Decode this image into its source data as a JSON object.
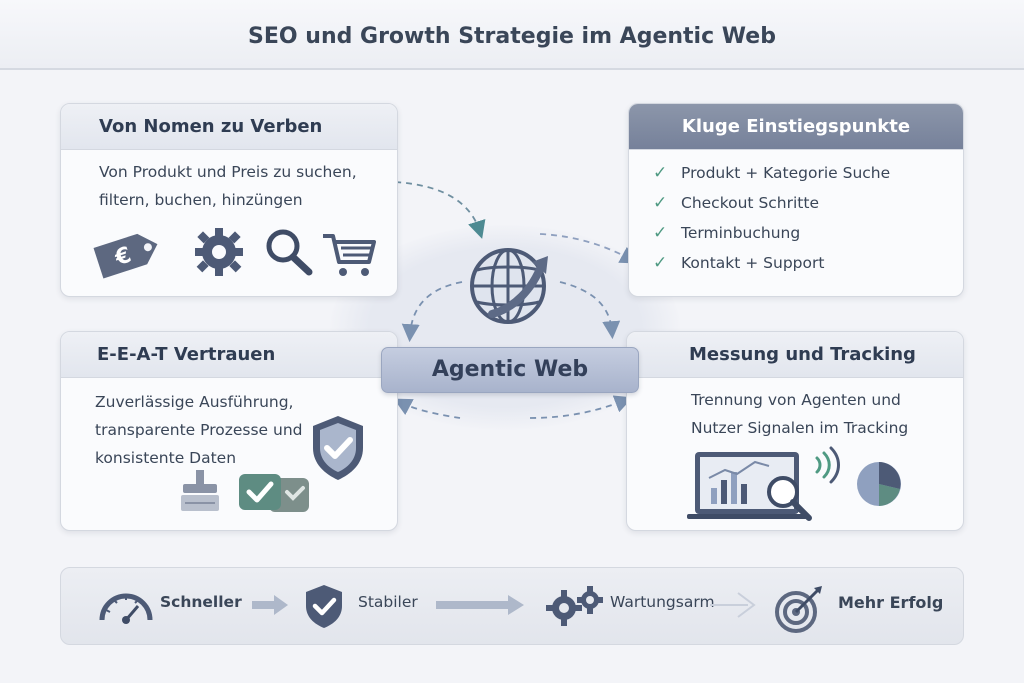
{
  "title": "SEO und Growth Strategie im Agentic Web",
  "hub": {
    "label": "Agentic Web",
    "icon": "globe-growth-icon"
  },
  "cards": {
    "nomen": {
      "title": "Von Nomen zu Verben",
      "text": "Von Produkt und Preis zu suchen, filtern, buchen, hinzüngen",
      "icons": [
        "euro-tag-icon",
        "gear-icon",
        "magnifier-icon",
        "cart-icon"
      ]
    },
    "einstieg": {
      "title": "Kluge Einstiegspunkte",
      "items": [
        "Produkt + Kategorie Suche",
        "Checkout Schritte",
        "Terminbuchung",
        "Kontakt + Support"
      ],
      "check_color": "#4f9a83"
    },
    "eeat": {
      "title": "E-E-A-T Vertrauen",
      "text": "Zuverlässige Ausführung, transparente Prozesse und konsistente Daten",
      "icons": [
        "shield-check-icon",
        "stamp-icon",
        "cards-check-icon"
      ]
    },
    "messung": {
      "title": "Messung und Tracking",
      "text": "Trennung von Agenten und Nutzer Signalen im Tracking",
      "icons": [
        "laptop-chart-icon",
        "signal-icon",
        "pie-chart-icon"
      ]
    }
  },
  "footer": {
    "steps": [
      {
        "label": "Schneller",
        "icon": "speedometer-icon"
      },
      {
        "label": "Stabiler",
        "icon": "shield-check-icon"
      },
      {
        "label": "Wartungsarm",
        "icon": "gears-icon"
      },
      {
        "label": "Mehr Erfolg",
        "icon": "target-icon"
      }
    ]
  },
  "colors": {
    "accent_dark": "#4d5a76",
    "accent_light": "#8fa0bf",
    "check": "#4f9a83"
  }
}
